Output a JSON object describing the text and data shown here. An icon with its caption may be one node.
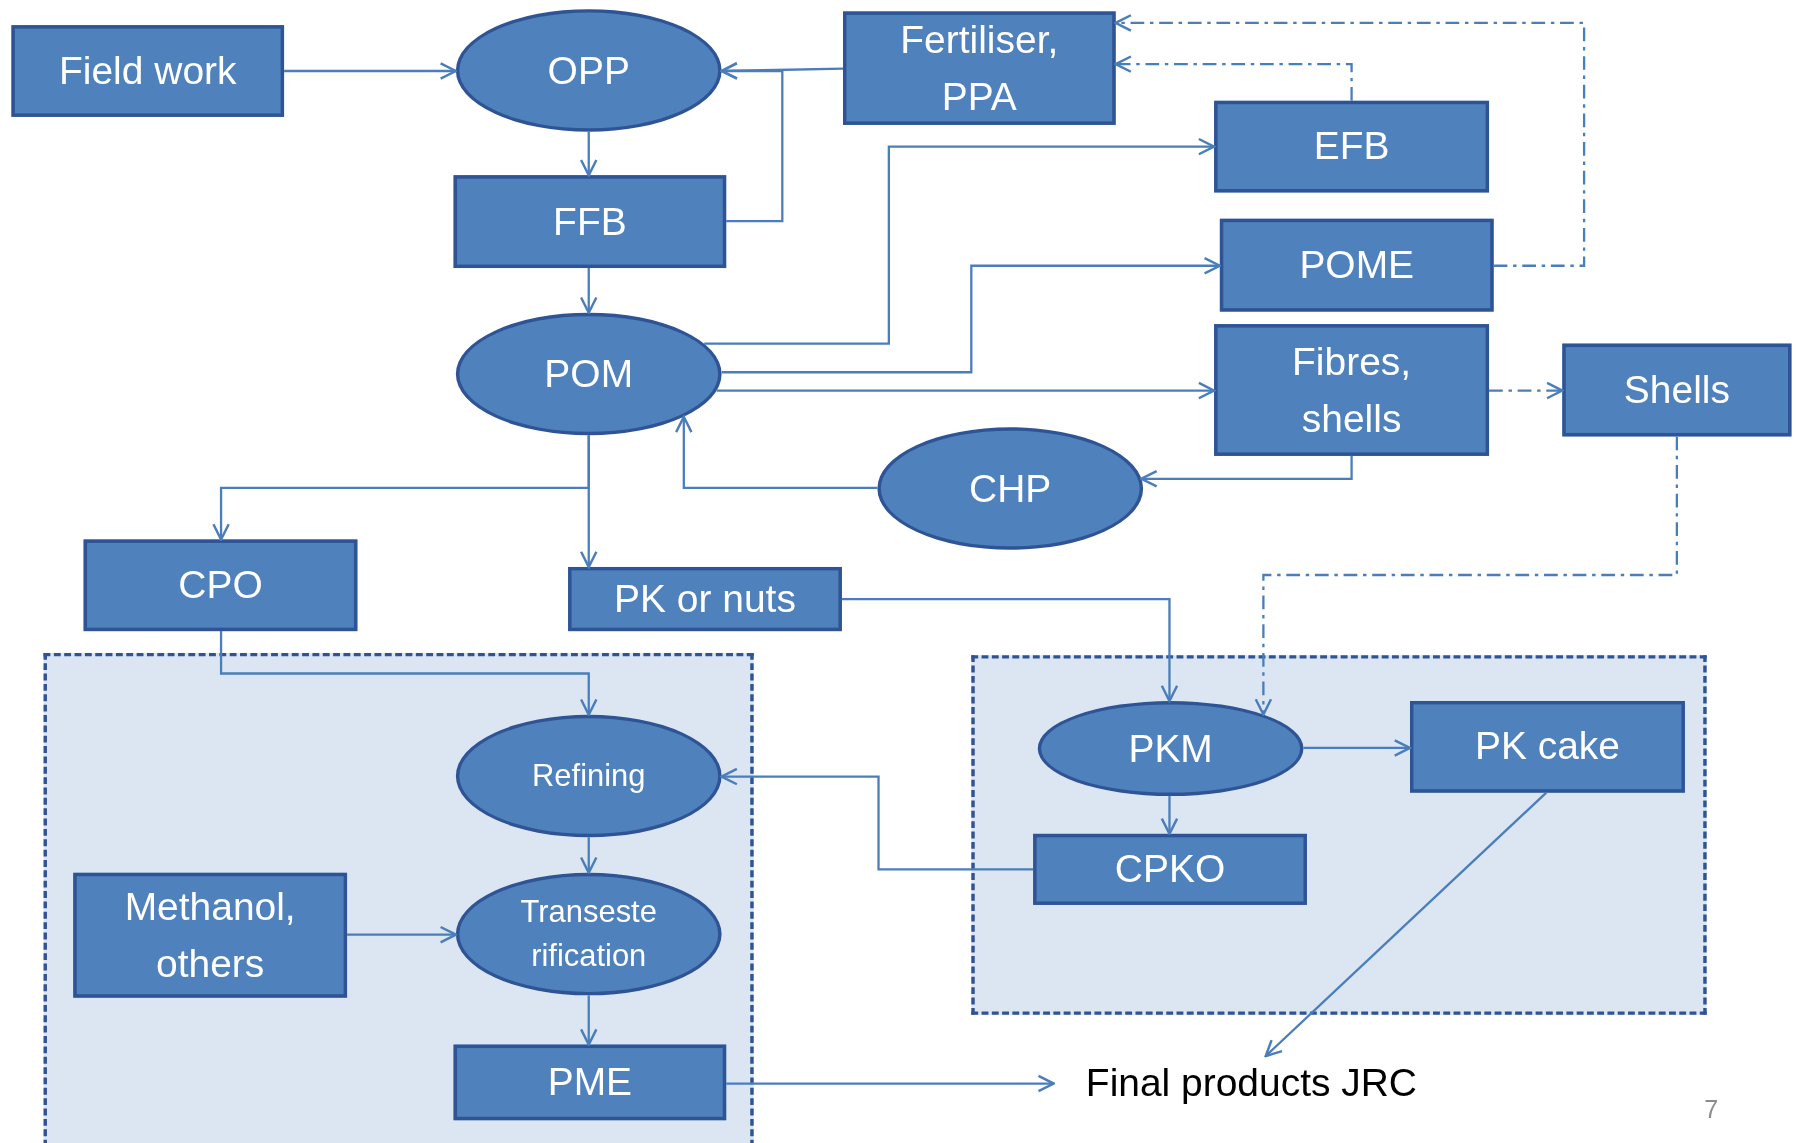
{
  "diagram": {
    "nodes": [
      {
        "text": [
          "Field  work"
        ]
      },
      {
        "text": [
          "OPP"
        ]
      },
      {
        "text": [
          "Fertiliser, PPA"
        ]
      },
      {
        "text": [
          "EFB"
        ]
      },
      {
        "text": [
          "FFB"
        ]
      },
      {
        "text": [
          "POME"
        ]
      },
      {
        "text": [
          "POM"
        ]
      },
      {
        "text": [
          "Fibres, shells"
        ]
      },
      {
        "text": [
          "Shells"
        ]
      },
      {
        "text": [
          "CHP"
        ]
      },
      {
        "text": [
          "CPO"
        ]
      },
      {
        "text": [
          "PK or nuts"
        ]
      },
      {
        "text": [],
        "shape": "box"
      },
      {
        "text": [
          "Refining"
        ],
        "in": 12
      },
      {
        "text": [
          "Methanol, others"
        ],
        "in": 12
      },
      {
        "text": [
          "Transeste rification"
        ],
        "in": 12
      },
      {
        "text": [
          "PME"
        ],
        "in": 12
      },
      {
        "text": [],
        "shape": "box"
      },
      {
        "text": [
          "PKM"
        ],
        "in": 17
      },
      {
        "text": [
          "PK cake"
        ],
        "in": 17
      },
      {
        "text": [
          "CPKO"
        ],
        "in": 17
      },
      {
        "text": [
          "Final products JRC"
        ]
      }
    ],
    "edges": [
      {
        "from": 0,
        "to": 1,
        "arrow": "to"
      },
      {
        "from": 2,
        "to": 1,
        "arrow": "to"
      },
      {
        "from": 4,
        "to": 1,
        "arrow": "to"
      },
      {
        "from": 1,
        "to": 4,
        "arrow": "to"
      },
      {
        "from": 4,
        "to": 6,
        "arrow": "to"
      },
      {
        "from": 6,
        "to": 3,
        "arrow": "to"
      },
      {
        "from": 6,
        "to": 5,
        "arrow": "to"
      },
      {
        "from": 6,
        "to": 7,
        "arrow": "to"
      },
      {
        "from": 3,
        "to": 2,
        "arrow": "to",
        "style": "dashed"
      },
      {
        "from": 5,
        "to": 2,
        "arrow": "to",
        "style": "dashed"
      },
      {
        "from": 7,
        "to": 8,
        "arrow": "to",
        "style": "dashed"
      },
      {
        "from": 7,
        "to": 9,
        "arrow": "to"
      },
      {
        "from": 9,
        "to": 6,
        "arrow": "to"
      },
      {
        "from": 6,
        "to": 10,
        "arrow": "to"
      },
      {
        "from": 6,
        "to": 11,
        "arrow": "to"
      },
      {
        "from": 10,
        "to": 13,
        "arrow": "to"
      },
      {
        "from": 11,
        "to": 18,
        "arrow": "to"
      },
      {
        "from": 8,
        "to": 18,
        "arrow": "to",
        "style": "dashed"
      },
      {
        "from": 18,
        "to": 19,
        "arrow": "to"
      },
      {
        "from": 18,
        "to": 20,
        "arrow": "to"
      },
      {
        "from": 20,
        "to": 13,
        "arrow": "to"
      },
      {
        "from": 13,
        "to": 15,
        "arrow": "to"
      },
      {
        "from": 14,
        "to": 15,
        "arrow": "to"
      },
      {
        "from": 15,
        "to": 16,
        "arrow": "to"
      },
      {
        "from": 16,
        "to": 21,
        "arrow": "to"
      },
      {
        "from": 19,
        "to": 21,
        "arrow": "to"
      }
    ],
    "labels": [
      "7"
    ]
  }
}
